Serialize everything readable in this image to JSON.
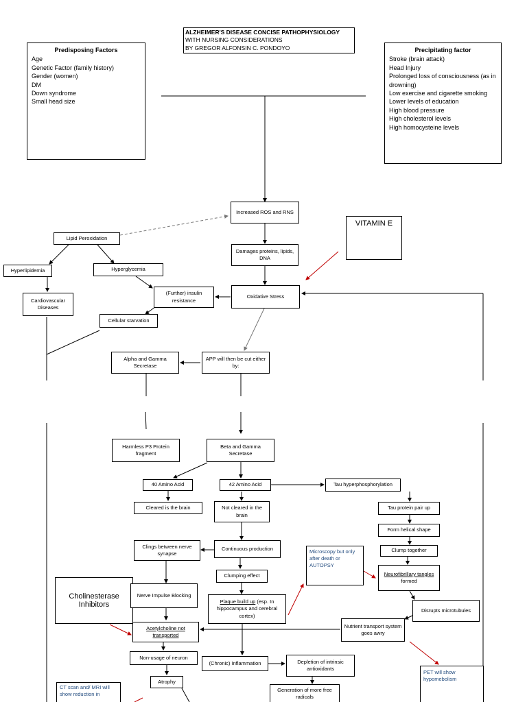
{
  "title": {
    "line1": "ALZHEIMER'S DISEASE CONCISE PATHOPHYSIOLOGY",
    "line2": "WITH NURSING CONSIDERATIONS",
    "line3": "BY GREGOR ALFONSIN C. PONDOYO"
  },
  "predisposing": {
    "heading": "Predisposing Factors",
    "items": [
      "Age",
      "Genetic Factor (family history)",
      "Gender (women)",
      "DM",
      "Down syndrome",
      "Small head size"
    ]
  },
  "precipitating": {
    "heading": "Precipitating factor",
    "items": [
      "Stroke (brain attack)",
      "Head Injury",
      "Prolonged loss of consciousness (as in drowning)",
      "Low exercise and cigarette smoking",
      "Lower levels of education",
      "High blood pressure",
      "High cholesterol levels",
      "High homocysteine levels"
    ]
  },
  "nodes": {
    "ros": "Increased ROS and RNS",
    "vitamin_e": "VITAMIN E",
    "lipid_perox": "Lipid Peroxidation",
    "damages": "Damages proteins, lipids, DNA",
    "hyperlipidemia": "Hyperlipidemia",
    "hyperglycemia": "Hyperglycemia",
    "insulin": "(Further) insulin resistance",
    "oxidative": "Oxidative Stress",
    "cardio": "Cardiovascular Diseases",
    "starvation": "Cellular starvation",
    "alpha": "Alpha and Gamma Secretase",
    "app": "APP will then be cut either by:",
    "harmless": "Harmless P3 Protein fragment",
    "beta": "Beta and Gamma Secretase",
    "aa40": "40 Amino Acid",
    "aa42": "42 Amino Acid",
    "tau_hyper": "Tau hyperphosphorylation",
    "cleared": "Cleared is the brain",
    "not_cleared": "Not cleared in the brain",
    "tau_pair": "Tau protein pair up",
    "helical": "Form helical shape",
    "clings": "Clings between nerve synapse",
    "continuous": "Continuous production",
    "clump_together": "Clump together",
    "microscopy": "Microscopy but only after death or AUTOPSY",
    "clumping": "Clumping effect",
    "nft_u": "Neurofibrillary tangles",
    "nft_rest": " formed",
    "cholinesterase": "Cholinesterase Inhibitors",
    "nerve_block": "Nerve Impulse Blocking",
    "plaque_u": "Plaque build up",
    "plaque_rest": " (esp. In hippocampus and cerebral cortex)",
    "disrupts": "Disrupts microtubules",
    "ach": "Acetylcholine not transported",
    "nutrient": "Nutrient transport system goes awry",
    "non_usage": "Non-usage of neuron",
    "inflammation": "(Chronic) Inflammation",
    "depletion": "Depletion of intrinsic antioxidants",
    "pet": "PET will show hypomebolism",
    "atrophy": "Atrophy",
    "ct_mri": "CT scan and/ MRI will show reduction in",
    "generation": "Generation of more free radicals"
  },
  "colors": {
    "red_arrow": "#c00000",
    "blue_text": "#1f497d"
  }
}
